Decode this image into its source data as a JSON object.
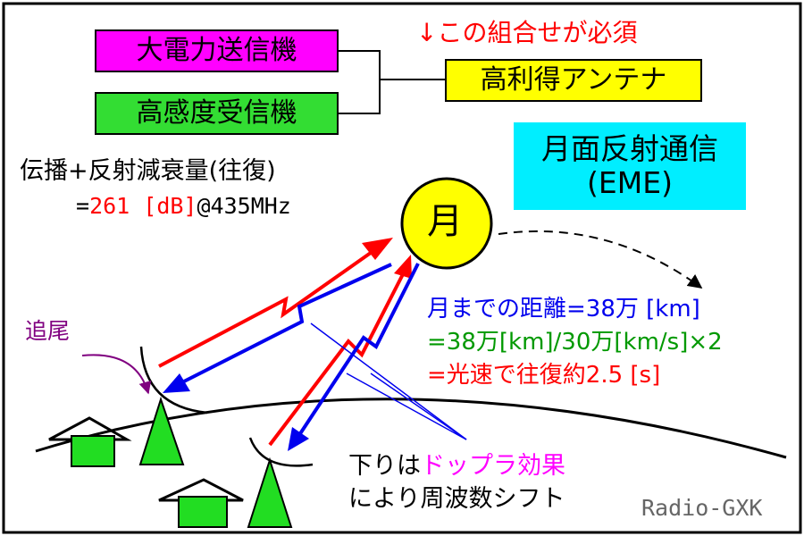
{
  "colors": {
    "power_box": "#ff00ff",
    "receiver_box": "#33dd33",
    "antenna_box": "#ffff00",
    "eme_box": "#00eeff",
    "moon": "#ffff00",
    "house": "#22dd22",
    "red": "#ff0000",
    "blue": "#0000ee",
    "green_text": "#009900",
    "magenta_text": "#ff00ff",
    "purple_text": "#800080",
    "watermark": "#666666"
  },
  "boxes": {
    "power_tx": "大電力送信機",
    "sensitive_rx": "高感度受信機",
    "antenna": "高利得アンテナ",
    "combo_note": "↓この組合せが必須"
  },
  "title": {
    "line1": "月面反射通信",
    "line2": "(EME)"
  },
  "loss": {
    "label": "伝播+反射減衰量(往復)",
    "equals": "=",
    "value": "261",
    "unit": "[dB]",
    "freq": "@435MHz"
  },
  "moon_label": "月",
  "tracking_label": "追尾",
  "distance": {
    "line1": "月までの距離=38万 [km]",
    "line2": "=38万[km]/30万[km/s]×2",
    "line3": "=光速で往復約2.5 [s]"
  },
  "doppler": {
    "prefix": "下りは",
    "highlight": "ドップラ効果",
    "line2": "により周波数シフト"
  },
  "watermark": "Radio-GXK"
}
